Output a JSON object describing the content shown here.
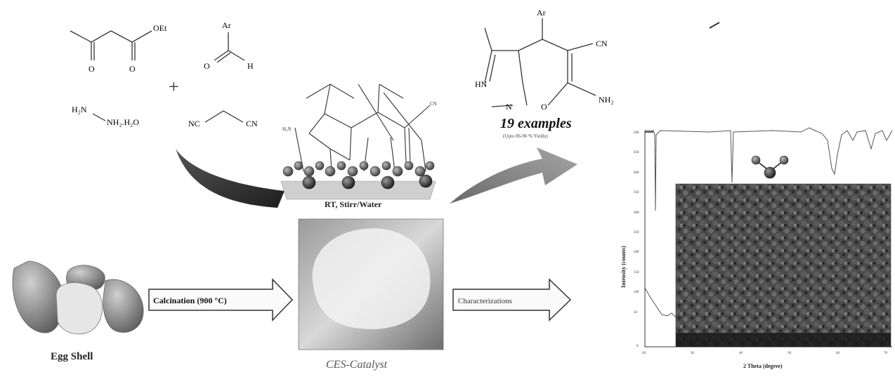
{
  "reactants": {
    "ketoester_group": "OEt",
    "ketoester_o1": "O",
    "ketoester_o2": "O",
    "aldehyde_ar": "Ar",
    "aldehyde_o": "O",
    "aldehyde_h": "H",
    "plus": "+",
    "hydrazine_h2n": "H₂N",
    "hydrazine_rest": "NH₂.H₂O",
    "malono_nc": "NC",
    "malono_cn": "CN"
  },
  "product": {
    "ar": "Ar",
    "cn": "CN",
    "hn": "HN",
    "n": "N",
    "o": "O",
    "nh2": "NH₂",
    "examples": "19 examples",
    "yield": "(Upto 86-96 % Yields)"
  },
  "catalyst_scheme": {
    "condition": "RT, Stirr/Water",
    "ch_label": "H₂N",
    "cn_small": "CN"
  },
  "process": {
    "egg_shell": "Egg Shell",
    "calcination": "Calcination (900 °C)",
    "catalyst": "CES-Catalyst",
    "characterizations": "Characterizations"
  },
  "xrd": {
    "xlabel": "2 Theta (degree)",
    "ylabel": "Intensity (counts)",
    "yticks": [
      "0",
      "50",
      "100",
      "150",
      "200",
      "250",
      "300",
      "350",
      "400",
      "450",
      "500"
    ],
    "xticks": [
      "20",
      "30",
      "40",
      "50",
      "60",
      "70"
    ]
  },
  "colors": {
    "arrow_dark": "#2e2e2e",
    "arrow_gray": "#7a7a7a",
    "sem": "#4a4a4a"
  }
}
